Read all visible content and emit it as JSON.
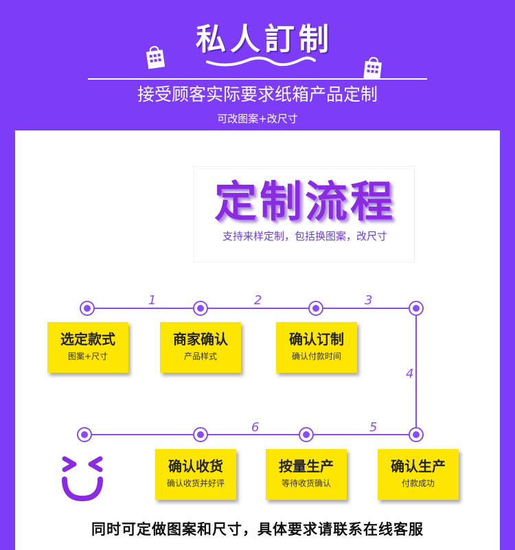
{
  "header": {
    "title": "私人訂制",
    "subtitle": "接受顾客实际要求纸箱产品定制",
    "note": "可改图案+改尺寸"
  },
  "flow": {
    "title": "定制流程",
    "subtitle": "支持来样定制，包括换图案，改尺寸"
  },
  "steps": [
    {
      "title": "选定款式",
      "desc": "图案+尺寸"
    },
    {
      "title": "商家确认",
      "desc": "产品样式"
    },
    {
      "title": "确认订制",
      "desc": "确认付款时间"
    },
    {
      "title": "确认生产",
      "desc": "付款成功"
    },
    {
      "title": "按量生产",
      "desc": "等待收货确认"
    },
    {
      "title": "确认收货",
      "desc": "确认收货并好评"
    }
  ],
  "step_numbers": [
    "1",
    "2",
    "3",
    "4",
    "5",
    "6"
  ],
  "footer": "同时可定做图案和尺寸，具体要求请联系在线客服",
  "colors": {
    "brand": "#7d3cf5",
    "card": "#ffe600",
    "line": "#8a4cf0"
  },
  "icons": [
    "shopping-bag-icon",
    "smiley-face-icon"
  ]
}
